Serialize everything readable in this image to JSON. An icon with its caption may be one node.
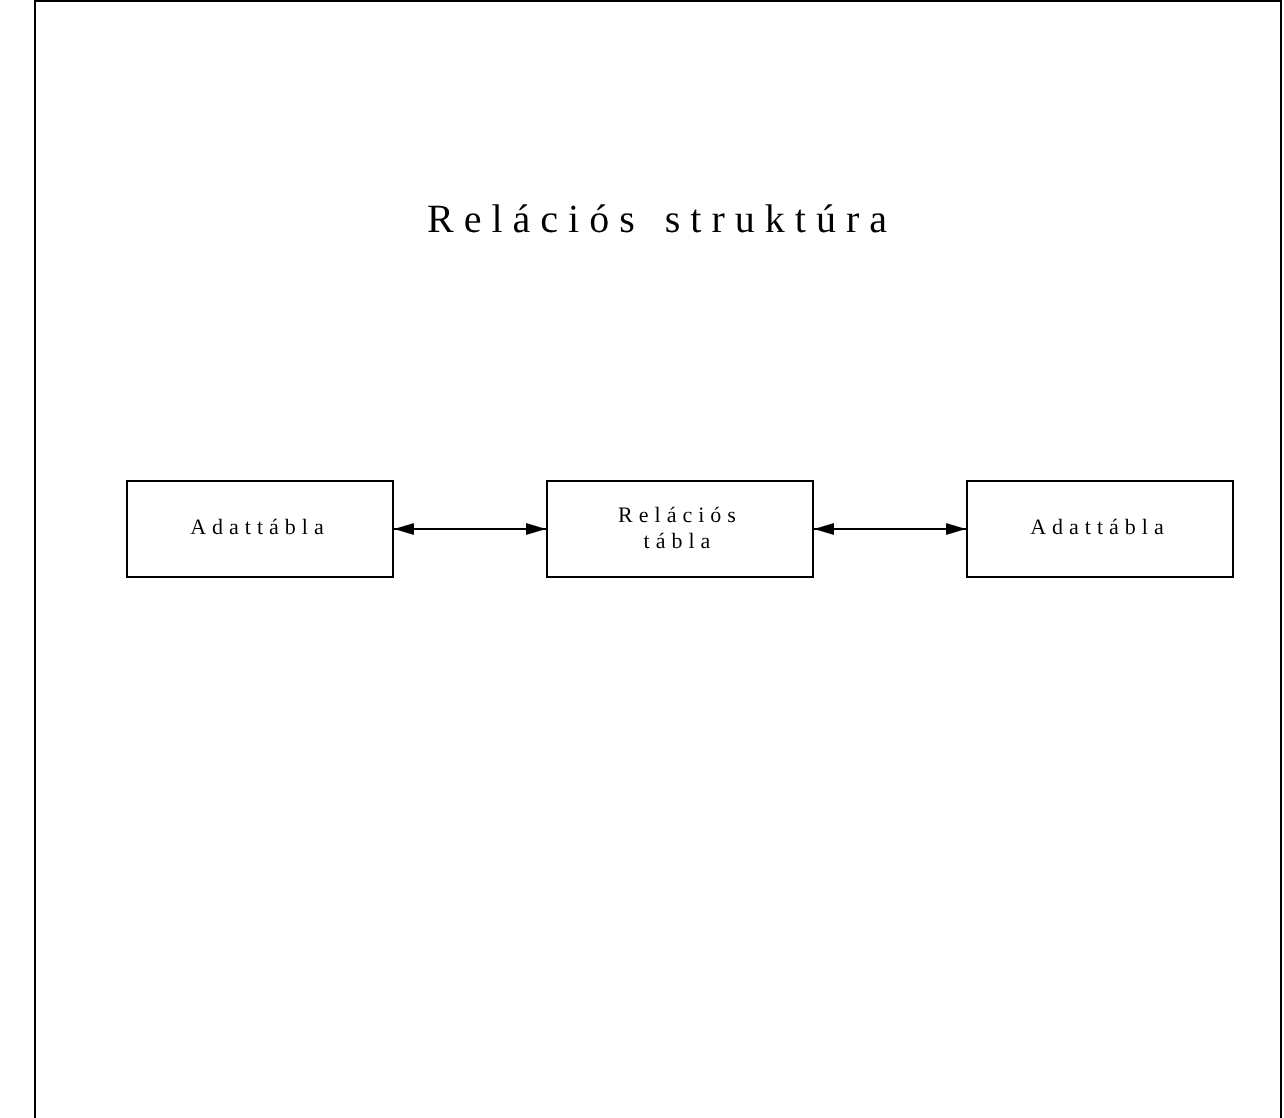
{
  "diagram": {
    "title": "Relációs struktúra",
    "nodes": [
      {
        "text": [
          "Adattábla"
        ]
      },
      {
        "text": [
          "Relációs tábla"
        ]
      },
      {
        "text": [
          "Adattábla"
        ]
      }
    ],
    "edges": [
      {
        "from": 0,
        "to": 1,
        "arrow": "both"
      },
      {
        "from": 1,
        "to": 2,
        "arrow": "both"
      }
    ]
  }
}
